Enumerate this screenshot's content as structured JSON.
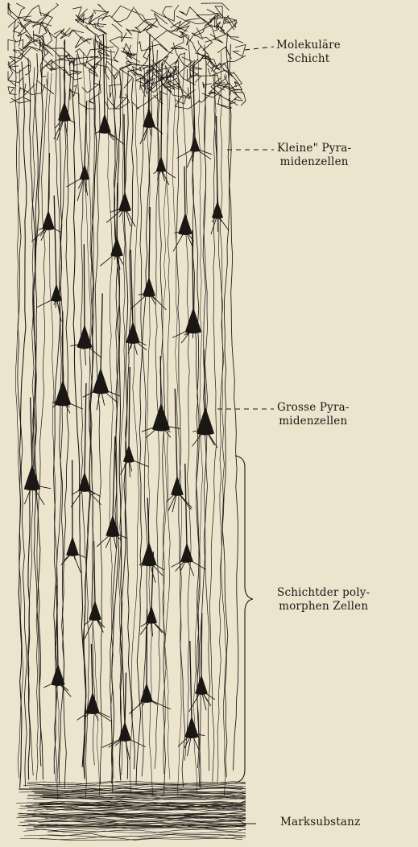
{
  "labels": {
    "molekulaere": {
      "line1": "Molekuläre",
      "line2": "Schicht"
    },
    "kleine": {
      "line1": "Kleine\" Pyra-",
      "line2": "midenzellen"
    },
    "grosse": {
      "line1": "Grosse Pyra-",
      "line2": "midenzellen"
    },
    "polymorph": {
      "line1": "Schichtder poly-",
      "line2": "morphen Zellen"
    },
    "mark": {
      "line1": "Marksubstanz"
    }
  },
  "colors": {
    "paper": "#ece4cd",
    "ink": "#1a1714"
  }
}
